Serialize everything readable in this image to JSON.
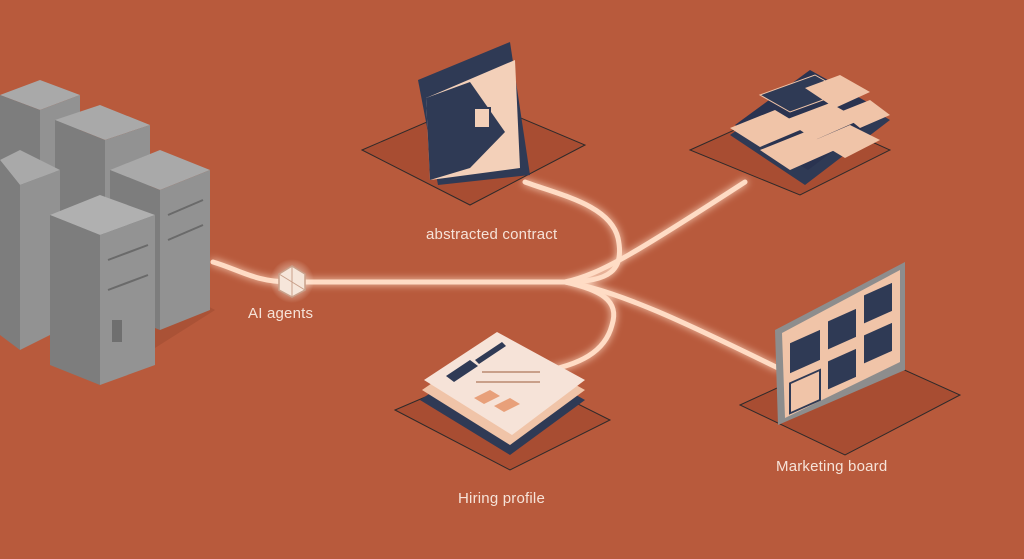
{
  "colors": {
    "background": "#b85a3c",
    "glow_line": "#ffe2cf",
    "navy": "#2f3a55",
    "peach": "#f0c4a8",
    "server_gray": "#8e8e8e"
  },
  "nodes": {
    "hub": {
      "label": "AI agents",
      "icon": "ai-agent-node-icon"
    },
    "contract": {
      "label": "abstracted contract",
      "icon": "folder-contract-icon"
    },
    "boards": {
      "label": "",
      "icon": "stacked-tiles-icon"
    },
    "hiring": {
      "label": "Hiring profile",
      "icon": "resume-stack-icon"
    },
    "marketing": {
      "label": "Marketing board",
      "icon": "dashboard-board-icon"
    }
  },
  "servers": {
    "icon": "server-rack-icon"
  }
}
